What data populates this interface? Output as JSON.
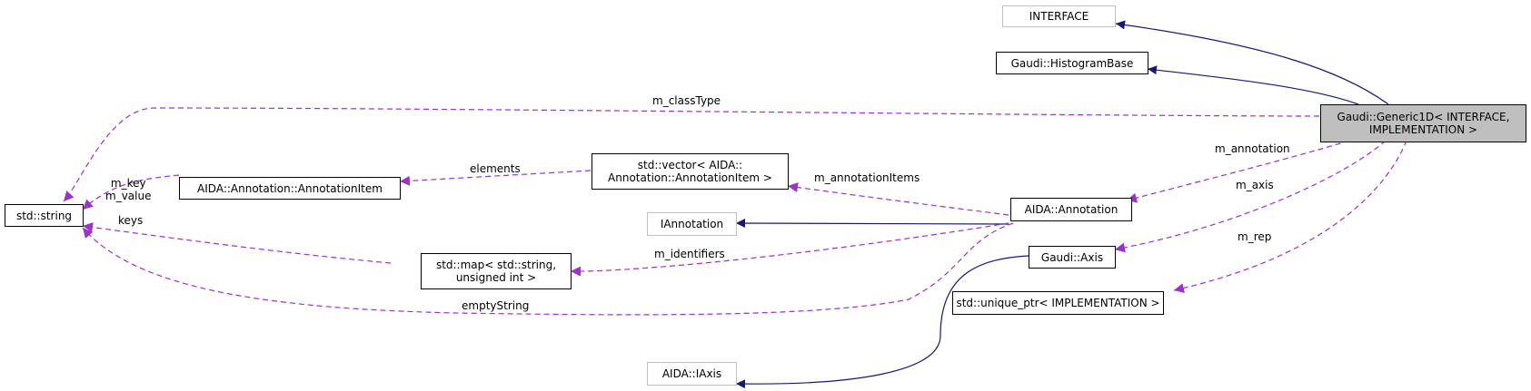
{
  "nodes": {
    "interface": "INTERFACE",
    "histogram_base": "Gaudi::HistogramBase",
    "generic1d": "Gaudi::Generic1D< INTERFACE,\nIMPLEMENTATION >",
    "std_string": "std::string",
    "annotation_item": "AIDA::Annotation::AnnotationItem",
    "vector_annotation_item": "std::vector< AIDA::\nAnnotation::AnnotationItem >",
    "iannotation": "IAnnotation",
    "aida_annotation": "AIDA::Annotation",
    "map_string_uint": "std::map< std::string,\nunsigned int >",
    "gaudi_axis": "Gaudi::Axis",
    "unique_ptr_impl": "std::unique_ptr< IMPLEMENTATION >",
    "aida_iaxis": "AIDA::IAxis"
  },
  "edge_labels": {
    "m_classType": "m_classType",
    "m_annotation": "m_annotation",
    "m_axis": "m_axis",
    "m_rep": "m_rep",
    "elements": "elements",
    "m_annotationItems": "m_annotationItems",
    "m_key_value": "m_key\nm_value",
    "keys": "keys",
    "m_identifiers": "m_identifiers",
    "emptyString": "emptyString"
  },
  "colors": {
    "inheritance": "#191970",
    "usage": "#9a32cd",
    "focus_fill": "#bfbfbf",
    "ghost_border": "#bfbfbf"
  }
}
